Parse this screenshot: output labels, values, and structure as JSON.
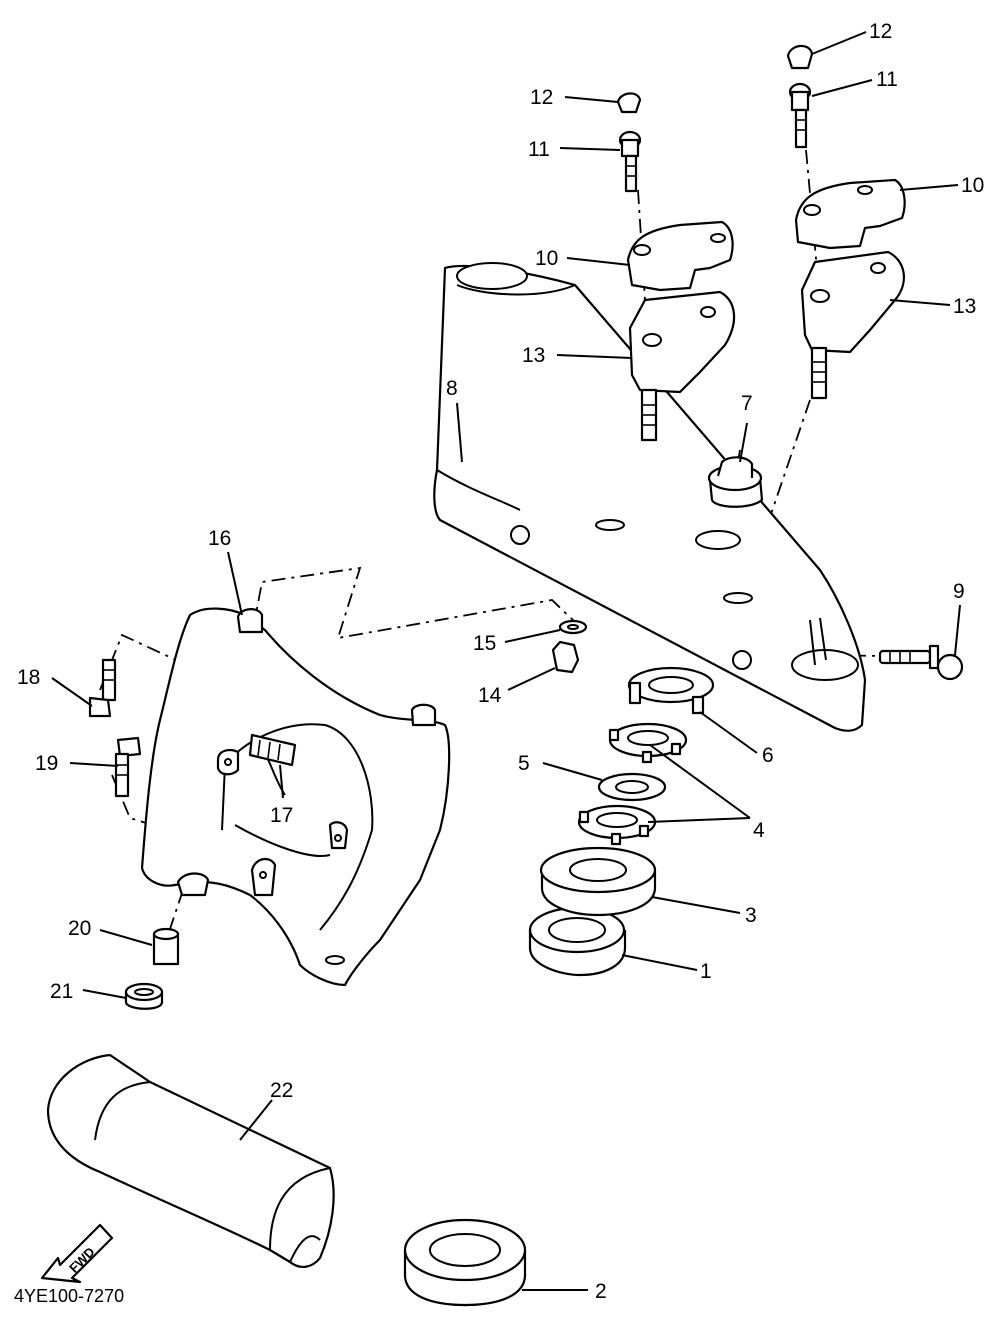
{
  "labels": {
    "l1": "1",
    "l2": "2",
    "l3": "3",
    "l4": "4",
    "l5": "5",
    "l6": "6",
    "l7": "7",
    "l8": "8",
    "l9": "9",
    "l10a": "10",
    "l10b": "10",
    "l11a": "11",
    "l11b": "11",
    "l12a": "12",
    "l12b": "12",
    "l13a": "13",
    "l13b": "13",
    "l14": "14",
    "l15": "15",
    "l16": "16",
    "l17": "17",
    "l18": "18",
    "l19": "19",
    "l20": "20",
    "l21": "21",
    "l22": "22"
  },
  "fwd_label": "FWD",
  "diagram_code": "4YE100-7270"
}
